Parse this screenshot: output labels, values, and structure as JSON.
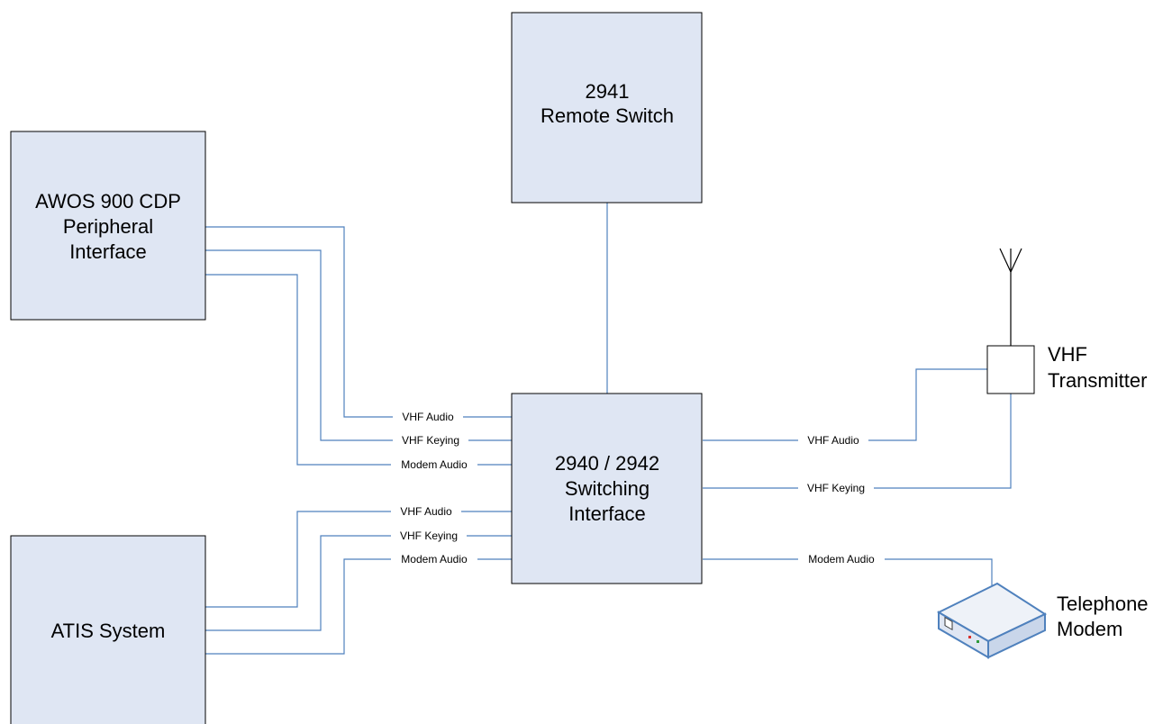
{
  "boxes": {
    "remote_switch": {
      "line1": "2941",
      "line2": "Remote Switch"
    },
    "awos": {
      "line1": "AWOS 900 CDP",
      "line2": "Peripheral",
      "line3": "Interface"
    },
    "switching": {
      "line1": "2940 / 2942",
      "line2": "Switching",
      "line3": "Interface"
    },
    "atis": {
      "line1": "ATIS System"
    },
    "vhf_transmitter": {
      "line1": "VHF",
      "line2": "Transmitter"
    },
    "telephone_modem": {
      "line1": "Telephone",
      "line2": "Modem"
    }
  },
  "connections": {
    "awos_vhf_audio": "VHF Audio",
    "awos_vhf_keying": "VHF Keying",
    "awos_modem_audio": "Modem Audio",
    "atis_vhf_audio": "VHF Audio",
    "atis_vhf_keying": "VHF Keying",
    "atis_modem_audio": "Modem Audio",
    "tx_vhf_audio": "VHF Audio",
    "tx_vhf_keying": "VHF Keying",
    "modem_audio": "Modem Audio"
  },
  "colors": {
    "box_fill": "#dfe6f3",
    "wire": "#4f81bd"
  },
  "icons": [
    "antenna-icon",
    "modem-icon"
  ]
}
